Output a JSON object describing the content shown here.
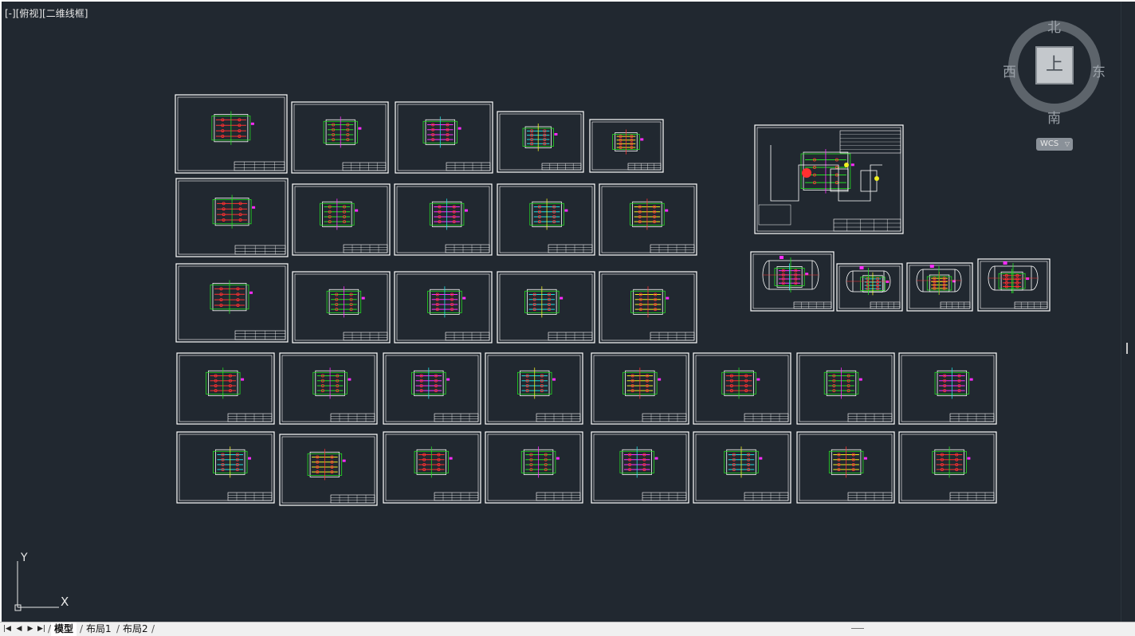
{
  "viewport": {
    "view_label": "[-][俯视][二维线框]"
  },
  "viewcube": {
    "north": "北",
    "south": "南",
    "east": "东",
    "west": "西",
    "face": "上",
    "wcs_label": "WCS",
    "wcs_arrow": "▽"
  },
  "ucs": {
    "x_label": "X",
    "y_label": "Y"
  },
  "tabs": {
    "nav_first": "|◀",
    "nav_prev": "◀",
    "nav_next": "▶",
    "nav_last": "▶|",
    "items": [
      "模型",
      "布局1",
      "布局2"
    ],
    "active_index": 0
  },
  "colors": {
    "background": "#212830",
    "sheet_border": "#ffffff",
    "accent_red": "#ff3030",
    "accent_green": "#22e022",
    "accent_magenta": "#ff2cff",
    "accent_cyan": "#20e0e0",
    "accent_yellow": "#f0f020"
  }
}
